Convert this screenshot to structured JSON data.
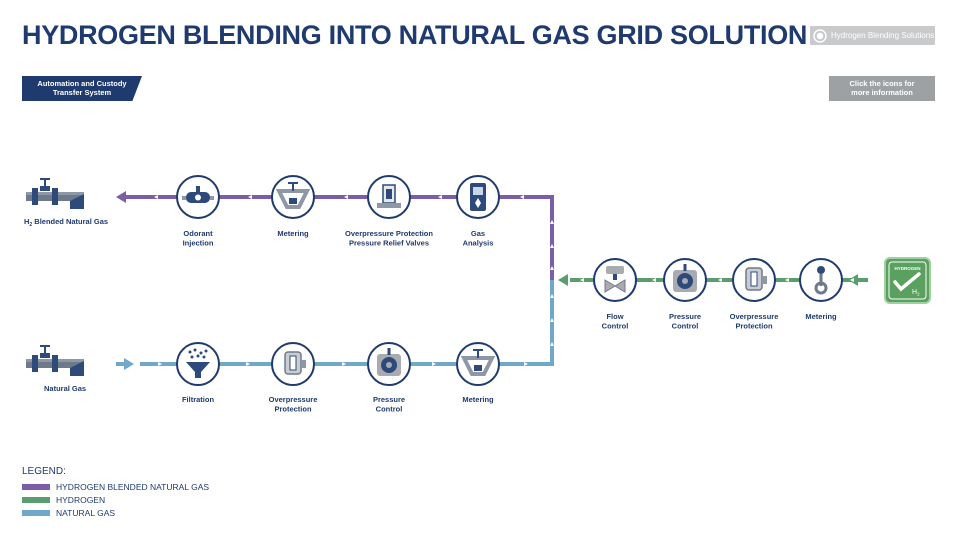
{
  "header": {
    "title": "HYDROGEN BLENDING INTO NATURAL GAS GRID SOLUTION",
    "brand_button": "Hydrogen Blending Solutions"
  },
  "system_tag": {
    "line1": "Automation and Custody",
    "line2": "Transfer System"
  },
  "info_button": {
    "line1": "Click the icons for",
    "line2": "more information"
  },
  "colors": {
    "blended": "#7b5ea7",
    "hydrogen": "#5a9e6f",
    "natural_gas": "#6fa8c9",
    "navy": "#1f3a6e",
    "icon_gray": "#a8acb0"
  },
  "endpoints": {
    "blended_output": {
      "label_sub": "2",
      "label_prefix": "H",
      "label_rest": " Blended Natural Gas"
    },
    "natural_gas_input": {
      "label": "Natural Gas"
    },
    "hydrogen_source": {
      "badge_top": "HYDROGEN",
      "badge_symbol": "H",
      "badge_sub": "2"
    }
  },
  "rows": {
    "blended": [
      {
        "id": "odorant",
        "icon": "odorant-injection-icon",
        "line1": "Odorant",
        "line2": "Injection"
      },
      {
        "id": "metering",
        "icon": "metering-icon",
        "line1": "Metering",
        "line2": ""
      },
      {
        "id": "overpressure-prv",
        "icon": "pressure-relief-valve-icon",
        "line1": "Overpressure Protection",
        "line2": "Pressure Relief Valves"
      },
      {
        "id": "gas-analysis",
        "icon": "gas-analyzer-icon",
        "line1": "Gas",
        "line2": "Analysis"
      }
    ],
    "hydrogen": [
      {
        "id": "flow-control",
        "icon": "flow-control-valve-icon",
        "line1": "Flow",
        "line2": "Control"
      },
      {
        "id": "pressure-control",
        "icon": "pressure-regulator-icon",
        "line1": "Pressure",
        "line2": "Control"
      },
      {
        "id": "overpressure",
        "icon": "overpressure-valve-icon",
        "line1": "Overpressure",
        "line2": "Protection"
      },
      {
        "id": "metering",
        "icon": "metering-icon",
        "line1": "Metering",
        "line2": ""
      }
    ],
    "natural_gas": [
      {
        "id": "filtration",
        "icon": "filter-icon",
        "line1": "Filtration",
        "line2": ""
      },
      {
        "id": "overpressure",
        "icon": "overpressure-valve-icon",
        "line1": "Overpressure",
        "line2": "Protection"
      },
      {
        "id": "pressure-control",
        "icon": "pressure-regulator-icon",
        "line1": "Pressure",
        "line2": "Control"
      },
      {
        "id": "metering",
        "icon": "metering-icon",
        "line1": "Metering",
        "line2": ""
      }
    ]
  },
  "legend": {
    "title": "LEGEND:",
    "items": [
      {
        "label": "HYDROGEN BLENDED NATURAL GAS",
        "color": "#7b5ea7"
      },
      {
        "label": "HYDROGEN",
        "color": "#5a9e6f"
      },
      {
        "label": "NATURAL GAS",
        "color": "#6fa8c9"
      }
    ]
  }
}
